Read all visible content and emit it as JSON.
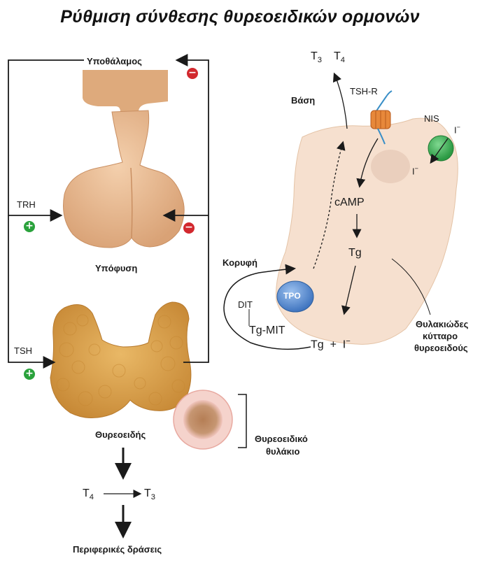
{
  "title": "Ρύθμιση σύνθεσης θυρεοειδικών ορμονών",
  "left_panel": {
    "hypothalamus": "Υποθάλαμος",
    "pituitary": "Υπόφυση",
    "thyroid": "Θυρεοειδής",
    "trh": "TRH",
    "tsh": "TSH",
    "t4": "T",
    "t4_sub": "4",
    "t3": "T",
    "t3_sub": "3",
    "peripheral_actions": "Περιφερικές δράσεις",
    "follicle": "Θυρεοειδικό",
    "follicle_2": "θυλάκιο",
    "signs": {
      "hypothalamus_feedback": "−",
      "trh_stimulation": "+",
      "pituitary_feedback": "−",
      "tsh_stimulation": "+"
    }
  },
  "right_panel": {
    "t3": "T",
    "t3_sub": "3",
    "t4": "T",
    "t4_sub": "4",
    "base": "Βάση",
    "tsh_r": "TSH-R",
    "nis": "NIS",
    "iodide": "I",
    "iodide_sup": "−",
    "iodide_inside": "I",
    "iodide_inside_sup": "−",
    "camp": "cAMP",
    "tg": "Tg",
    "apex": "Κορυφή",
    "tpo": "TPO",
    "dit": "DIT",
    "tg_mit": "Tg-MIT",
    "tg_plus_i": "Tg  +  I",
    "tg_plus_i_sup": "−",
    "follicular_cell": "Θυλακιώδες",
    "follicular_cell_2": "κύτταρο",
    "follicular_cell_3": "θυρεοειδούς"
  },
  "colors": {
    "gland": "#e8b98a",
    "gland_shadow": "#c88d5c",
    "thyroid_fill": "#d9a14c",
    "cell_fill": "#f6e0cf",
    "tpo_fill": "#5b8fd3",
    "nis_fill": "#3fb55a",
    "receptor_fill": "#e7883a",
    "minus": "#d2282e",
    "plus": "#2aa23c"
  }
}
